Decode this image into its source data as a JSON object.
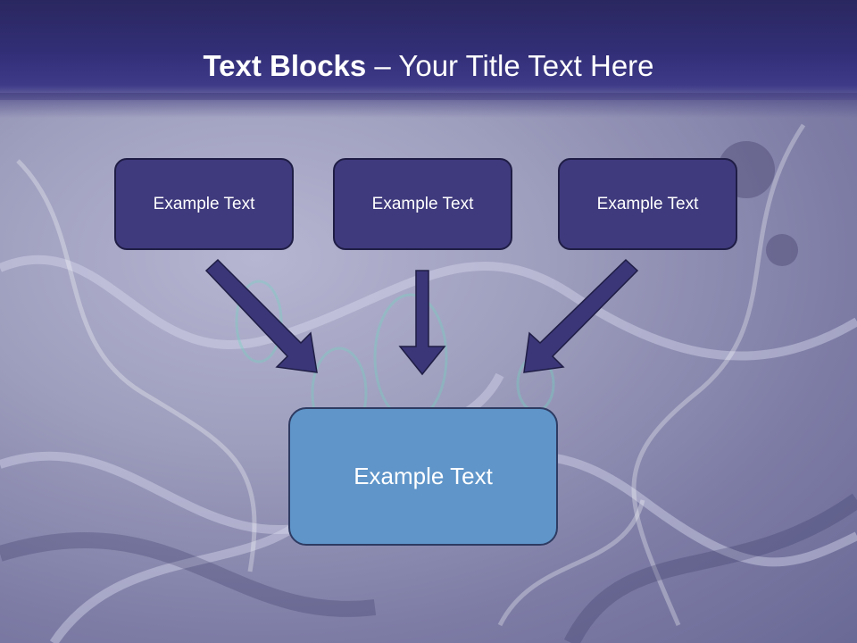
{
  "slide": {
    "title_bold": "Text Blocks",
    "title_separator": " – ",
    "title_rest": "Your Title Text Here",
    "blocks": [
      {
        "label": "Example Text"
      },
      {
        "label": "Example Text"
      },
      {
        "label": "Example Text"
      }
    ],
    "target_block": {
      "label": "Example Text"
    }
  },
  "colors": {
    "title_bar": "#332f78",
    "small_box_fill": "#3f3a7d",
    "arrow_fill": "#3a3678",
    "target_box_fill": "#5f95c9"
  },
  "background_image": "abstract flowing silk fabric with purple and teal tones"
}
